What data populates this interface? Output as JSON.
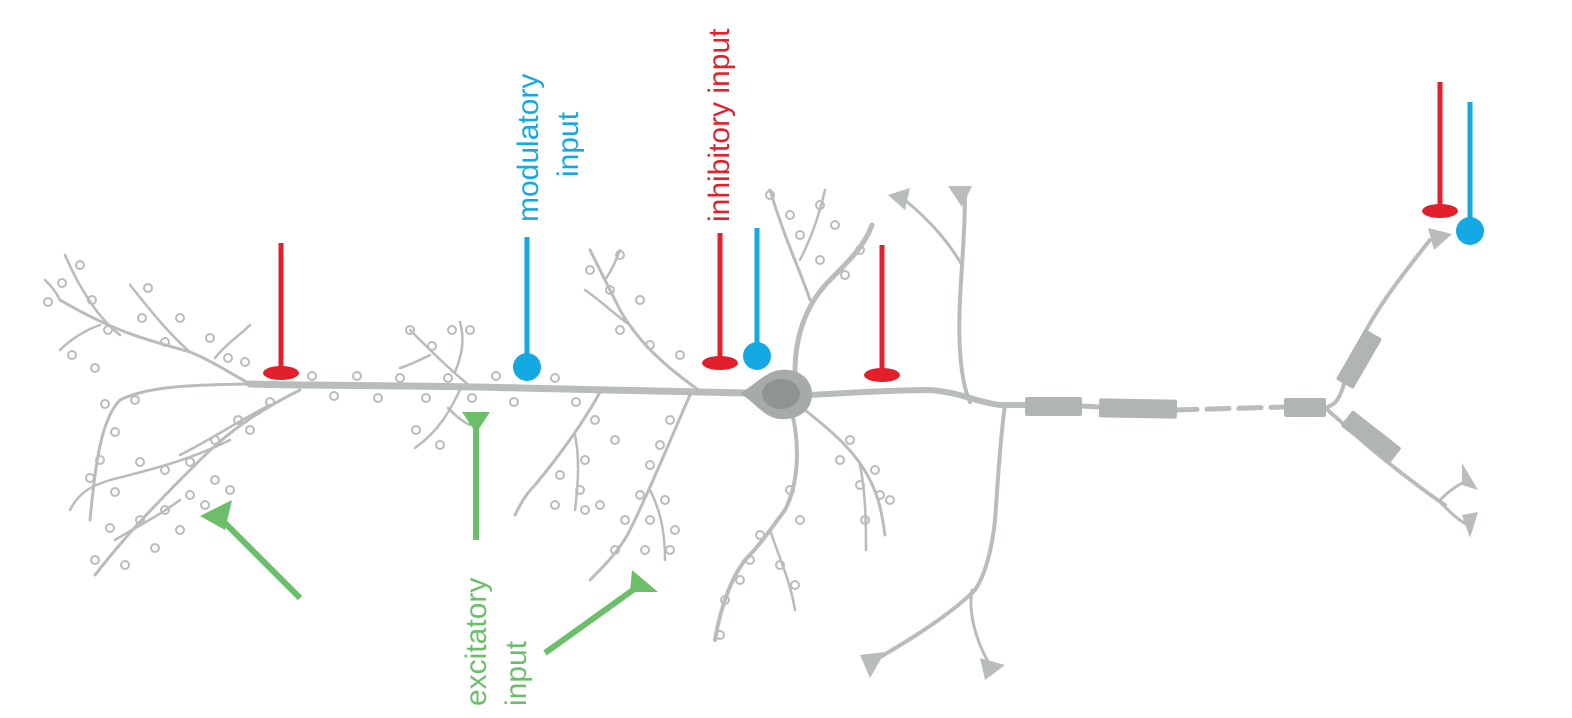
{
  "colors": {
    "neuron": "#b8bcba",
    "soma": "#a6aaa8",
    "nucleus": "#8f9391",
    "myelin": "#b0b4b2",
    "excitatory": "#6cbe6a",
    "inhibitory": "#e21f2b",
    "modulatory": "#14a9e2",
    "background": "#ffffff"
  },
  "labels": {
    "modulatory": [
      "modulatory",
      "input"
    ],
    "inhibitory": [
      "inhibitory input"
    ],
    "excitatory": [
      "excitatory",
      "input"
    ]
  }
}
